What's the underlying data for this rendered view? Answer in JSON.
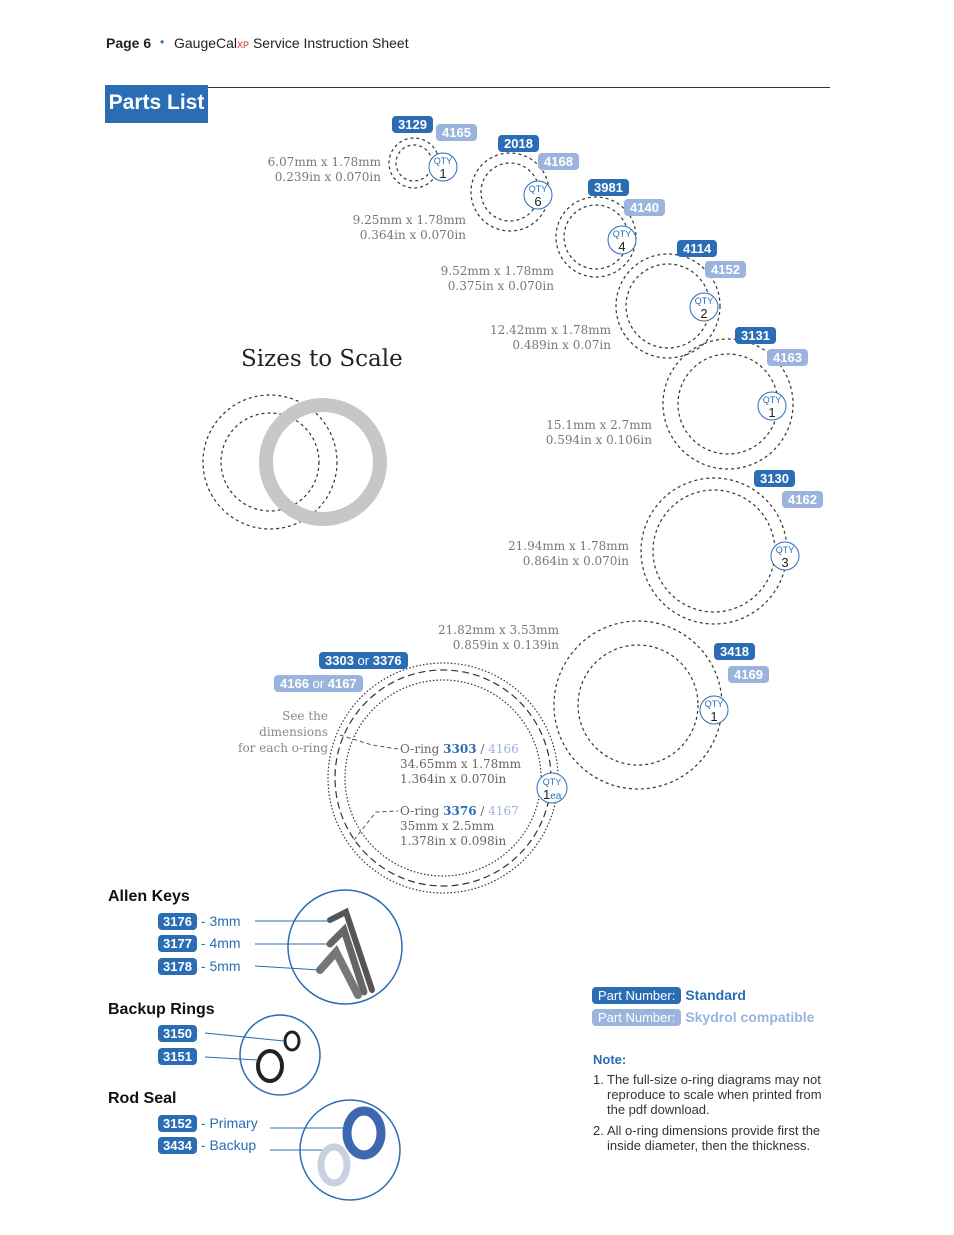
{
  "header": {
    "page": "Page 6",
    "bullet": "•",
    "brand": "GaugeCal",
    "brand_suffix": "XP",
    "subtitle": "Service Instruction Sheet"
  },
  "title": "Parts List",
  "sizes_title": "Sizes to Scale",
  "qty_label": "QTY",
  "orings": [
    {
      "std": "3129",
      "sky": "4165",
      "dim1": "6.07mm x 1.78mm",
      "dim2": "0.239in x 0.070in",
      "qty": "1"
    },
    {
      "std": "2018",
      "sky": "4168",
      "dim1": "9.25mm x 1.78mm",
      "dim2": "0.364in x 0.070in",
      "qty": "6"
    },
    {
      "std": "3981",
      "sky": "4140",
      "dim1": "9.52mm x 1.78mm",
      "dim2": "0.375in x 0.070in",
      "qty": "4"
    },
    {
      "std": "4114",
      "sky": "4152",
      "dim1": "12.42mm x 1.78mm",
      "dim2": "0.489in x 0.07in",
      "qty": "2"
    },
    {
      "std": "3131",
      "sky": "4163",
      "dim1": "15.1mm x 2.7mm",
      "dim2": "0.594in x 0.106in",
      "qty": "1"
    },
    {
      "std": "3130",
      "sky": "4162",
      "dim1": "21.94mm x 1.78mm",
      "dim2": "0.864in x 0.070in",
      "qty": "3"
    },
    {
      "std": "3418",
      "sky": "4169",
      "dim1": "21.82mm x 3.53mm",
      "dim2": "0.859in x 0.139in",
      "qty": "1"
    }
  ],
  "large_oring": {
    "std_a": "3303",
    "std_or": "or",
    "std_b": "3376",
    "sky_a": "4166",
    "sky_or": "or",
    "sky_b": "4167",
    "see_text1": "See the dimensions",
    "see_text2": "for each o-ring",
    "qty": "1",
    "qty_suffix": "ea",
    "callout1": {
      "label": "O-ring",
      "std": "3303",
      "slash": "/",
      "sky": "4166",
      "dim1": "34.65mm x 1.78mm",
      "dim2": "1.364in x 0.070in"
    },
    "callout2": {
      "label": "O-ring",
      "std": "3376",
      "slash": "/",
      "sky": "4167",
      "dim1": "35mm x 2.5mm",
      "dim2": "1.378in x 0.098in"
    }
  },
  "allen_keys": {
    "heading": "Allen Keys",
    "items": [
      {
        "part": "3176",
        "label": "- 3mm"
      },
      {
        "part": "3177",
        "label": "- 4mm"
      },
      {
        "part": "3178",
        "label": "- 5mm"
      }
    ]
  },
  "backup_rings": {
    "heading": "Backup Rings",
    "items": [
      {
        "part": "3150"
      },
      {
        "part": "3151"
      }
    ]
  },
  "rod_seal": {
    "heading": "Rod Seal",
    "items": [
      {
        "part": "3152",
        "label": "- Primary"
      },
      {
        "part": "3434",
        "label": "- Backup"
      }
    ]
  },
  "legend": {
    "std_badge": "Part Number:",
    "std_text": "Standard",
    "sky_badge": "Part Number:",
    "sky_text": "Skydrol compatible"
  },
  "notes": {
    "heading": "Note:",
    "items": [
      {
        "n": "1.",
        "text": "The full-size o-ring diagrams may not reproduce to scale when printed from the pdf download."
      },
      {
        "n": "2.",
        "text": "All o-ring dimensions provide first the inside diameter, then the thickness."
      }
    ]
  },
  "colors": {
    "standard": "#2a6db5",
    "skydrol": "#9bb4de"
  }
}
